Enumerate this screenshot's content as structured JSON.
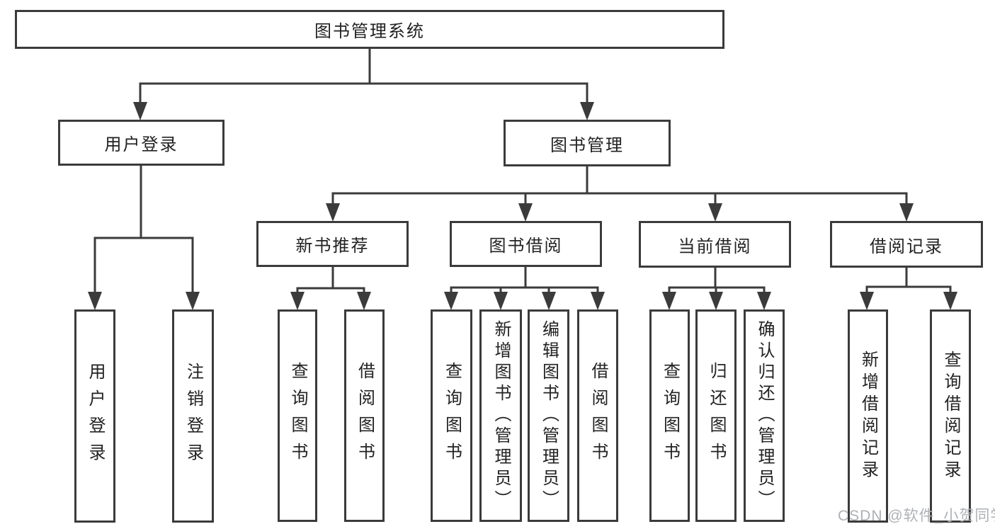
{
  "diagram": {
    "title": "图书管理系统",
    "branches": [
      {
        "label": "用户登录",
        "children": [
          "用户登录",
          "注销登录"
        ]
      },
      {
        "label": "图书管理",
        "sections": [
          {
            "label": "新书推荐",
            "children": [
              "查询图书",
              "借阅图书"
            ]
          },
          {
            "label": "图书借阅",
            "children": [
              "查询图书",
              "新增图书（管理员）",
              "编辑图书（管理员）",
              "借阅图书"
            ]
          },
          {
            "label": "当前借阅",
            "children": [
              "查询图书",
              "归还图书",
              "确认归还（管理员）"
            ]
          },
          {
            "label": "借阅记录",
            "children": [
              "新增借阅记录",
              "查询借阅记录"
            ]
          }
        ]
      }
    ]
  },
  "watermark": {
    "text": "CSDN @软件_小贺同学"
  },
  "colors": {
    "line": "#3b3b3b",
    "text": "#222222",
    "box_background": "#ffffff",
    "watermark": "#aeb1b6"
  }
}
